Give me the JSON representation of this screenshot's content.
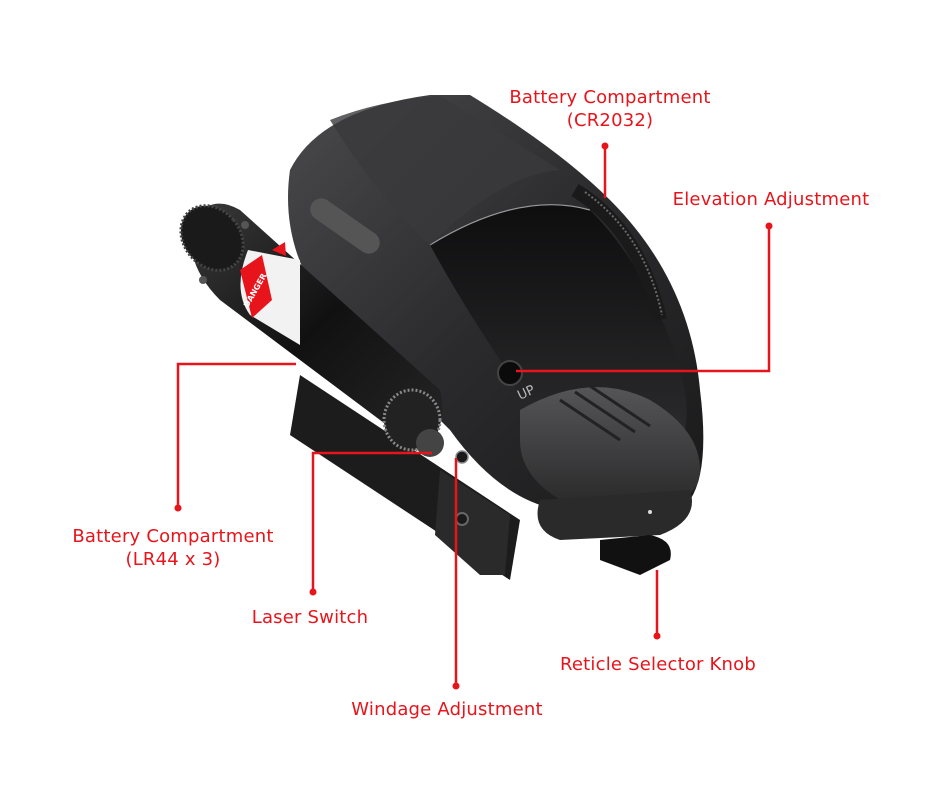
{
  "image": {
    "subject": "red dot reflex sight with attached laser",
    "background": "#ffffff",
    "accent_color": "#e8141b",
    "product_text": {
      "laser_warning": "DANGER",
      "housing_marking": "UP"
    }
  },
  "callouts": [
    {
      "id": "battery-cr2032",
      "lines": [
        "Battery Compartment",
        "(CR2032)"
      ]
    },
    {
      "id": "elevation",
      "lines": [
        "Elevation Adjustment"
      ]
    },
    {
      "id": "battery-lr44",
      "lines": [
        "Battery Compartment",
        "(LR44 x 3)"
      ]
    },
    {
      "id": "laser-switch",
      "lines": [
        "Laser Switch"
      ]
    },
    {
      "id": "reticle-knob",
      "lines": [
        "Reticle Selector Knob"
      ]
    },
    {
      "id": "windage",
      "lines": [
        "Windage Adjustment"
      ]
    }
  ]
}
